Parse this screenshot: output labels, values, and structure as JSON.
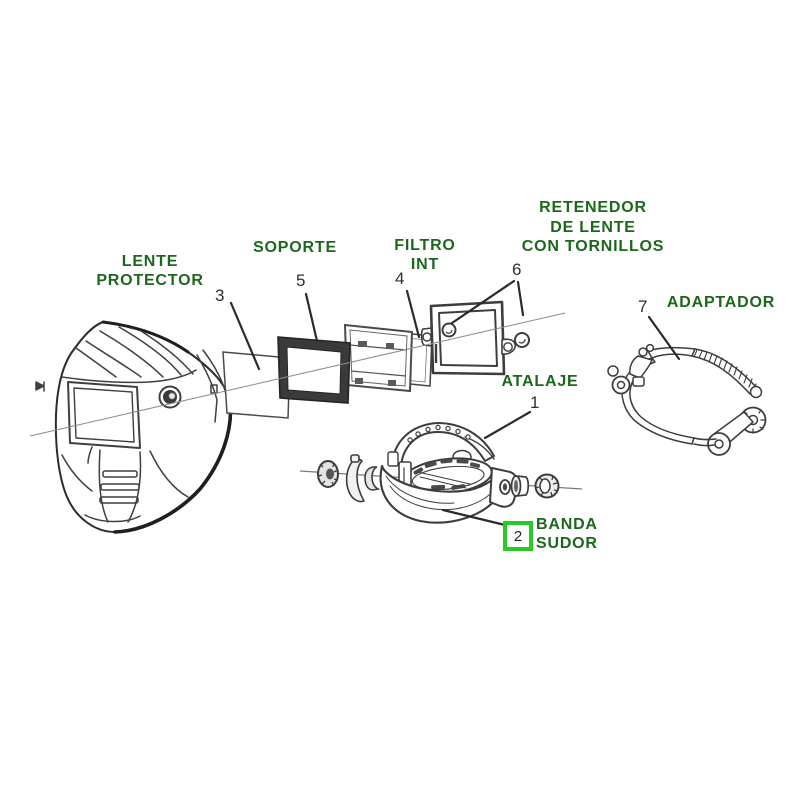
{
  "diagram": {
    "title": "welding-helmet-exploded-parts-diagram",
    "labels": {
      "lente_protector": {
        "text": "LENTE\nPROTECTOR",
        "number": "3"
      },
      "soporte": {
        "text": "SOPORTE",
        "number": "5"
      },
      "filtro_int": {
        "text": "FILTRO\nINT",
        "number": "4"
      },
      "retenedor": {
        "text": "RETENEDOR\nDE LENTE\nCON TORNILLOS",
        "number": "6"
      },
      "adaptador": {
        "text": "ADAPTADOR",
        "number": "7"
      },
      "atalaje": {
        "text": "ATALAJE",
        "number": "1"
      },
      "banda_sudor": {
        "text": "BANDA\nSUDOR",
        "number": "2"
      }
    },
    "highlighted_part_number": "2",
    "colors": {
      "label_green": "#1d671d",
      "highlight_box_green": "#2bc926",
      "line_art": "#3f3f3f"
    }
  }
}
